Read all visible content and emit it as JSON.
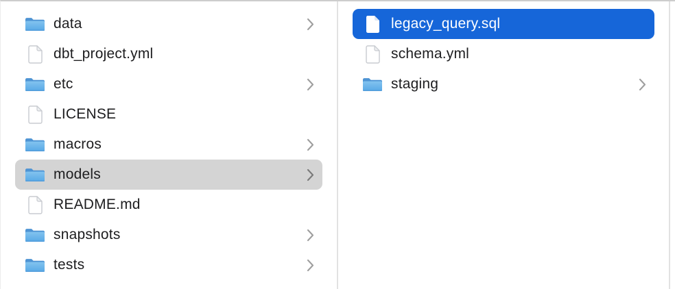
{
  "app": "finder-column-view",
  "columns": [
    {
      "name": "models-parent-column",
      "items": [
        {
          "label": "data",
          "type": "folder",
          "chevron": true,
          "selected": null
        },
        {
          "label": "dbt_project.yml",
          "type": "file",
          "chevron": false,
          "selected": null
        },
        {
          "label": "etc",
          "type": "folder",
          "chevron": true,
          "selected": null
        },
        {
          "label": "LICENSE",
          "type": "file",
          "chevron": false,
          "selected": null
        },
        {
          "label": "macros",
          "type": "folder",
          "chevron": true,
          "selected": null
        },
        {
          "label": "models",
          "type": "folder",
          "chevron": true,
          "selected": "inactive"
        },
        {
          "label": "README.md",
          "type": "file",
          "chevron": false,
          "selected": null
        },
        {
          "label": "snapshots",
          "type": "folder",
          "chevron": true,
          "selected": null
        },
        {
          "label": "tests",
          "type": "folder",
          "chevron": true,
          "selected": null
        }
      ]
    },
    {
      "name": "models-contents-column",
      "items": [
        {
          "label": "legacy_query.sql",
          "type": "file",
          "chevron": false,
          "selected": "active"
        },
        {
          "label": "schema.yml",
          "type": "file",
          "chevron": false,
          "selected": null
        },
        {
          "label": "staging",
          "type": "folder",
          "chevron": true,
          "selected": null
        }
      ]
    }
  ],
  "colors": {
    "selection_active": "#1666d9",
    "selection_inactive": "#d4d4d4",
    "selected_text": "#ffffff",
    "text": "#1d1d1f",
    "chevron": "#9e9e9e",
    "divider": "#e2e2e2",
    "folder_blue_back": "#4e94d4",
    "folder_blue_top": "#82c3ef",
    "folder_blue_bottom": "#58a9e6",
    "file_outline": "#c8cbd0"
  }
}
